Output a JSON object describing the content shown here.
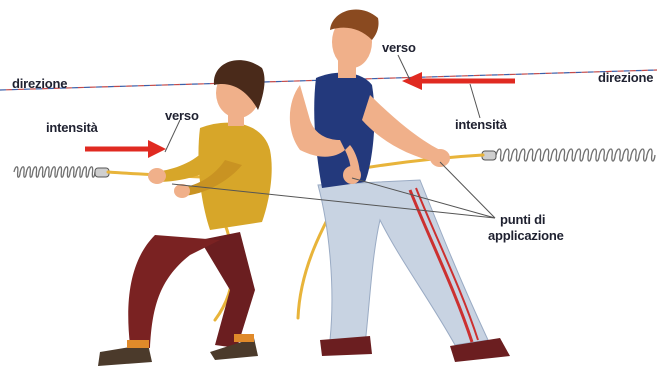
{
  "labels": {
    "direzione_left": "direzione",
    "direzione_right": "direzione",
    "verso_left": "verso",
    "verso_right": "verso",
    "intensita_left": "intensità",
    "intensita_right": "intensità",
    "punti_line1": "punti di",
    "punti_line2": "applicazione"
  },
  "colors": {
    "arrow": "#e02a21",
    "rope": "#e8b43a",
    "dash_blue": "#3b5fa8",
    "dash_red": "#c34a4a",
    "text": "#1f2130"
  },
  "figures": {
    "left_figure": "boy-pulling-rope-icon",
    "right_figure": "man-pulling-rope-icon",
    "left_spring": "spring-dynamometer-icon",
    "right_spring": "spring-dynamometer-icon"
  }
}
